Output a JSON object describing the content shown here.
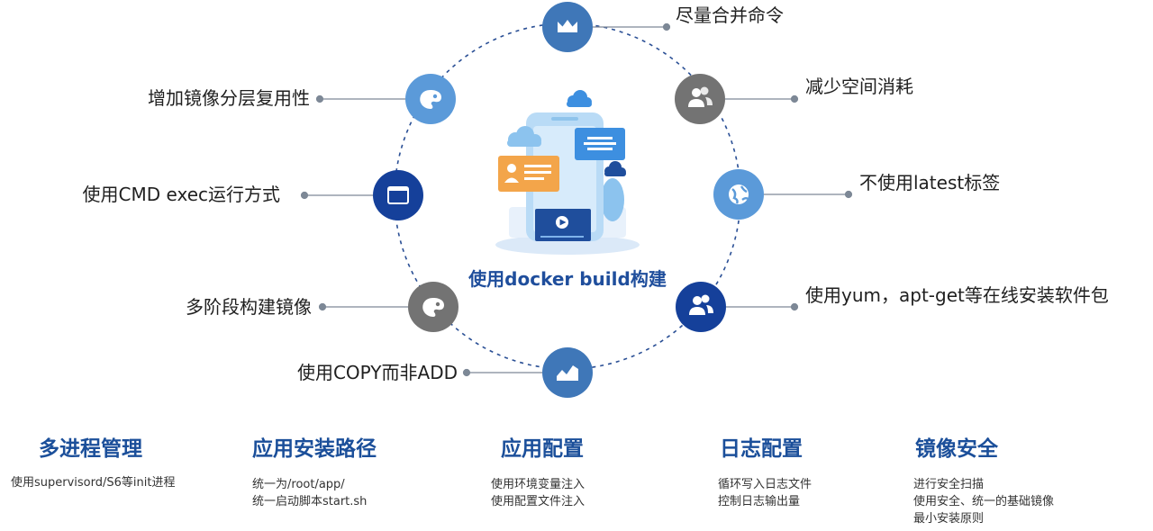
{
  "center_title": "使用docker build构建",
  "nodes": [
    {
      "id": "merge-commands",
      "label": "尽量合并命令",
      "icon": "crown-icon",
      "color": "#3f77b8"
    },
    {
      "id": "reduce-space",
      "label": "减少空间消耗",
      "icon": "users-icon",
      "color": "#737373"
    },
    {
      "id": "no-latest-tag",
      "label": "不使用latest标签",
      "icon": "globe-icon",
      "color": "#5b9ad9"
    },
    {
      "id": "online-install",
      "label": "使用yum，apt-get等在线安装软件包",
      "icon": "users-icon",
      "color": "#15409a"
    },
    {
      "id": "copy-not-add",
      "label": "使用COPY而非ADD",
      "icon": "chart-icon",
      "color": "#3f77b8"
    },
    {
      "id": "multi-stage",
      "label": "多阶段构建镜像",
      "icon": "palette-icon",
      "color": "#737373"
    },
    {
      "id": "cmd-exec",
      "label": "使用CMD exec运行方式",
      "icon": "window-icon",
      "color": "#15409a"
    },
    {
      "id": "layer-reuse",
      "label": "增加镜像分层复用性",
      "icon": "palette-icon",
      "color": "#5b9ad9"
    }
  ],
  "columns": [
    {
      "title": "多进程管理",
      "lines": [
        "使用supervisord/S6等init进程"
      ]
    },
    {
      "title": "应用安装路径",
      "lines": [
        "统一为/root/app/",
        "统一启动脚本start.sh"
      ]
    },
    {
      "title": "应用配置",
      "lines": [
        "使用环境变量注入",
        "使用配置文件注入"
      ]
    },
    {
      "title": "日志配置",
      "lines": [
        "循环写入日志文件",
        "控制日志输出量"
      ]
    },
    {
      "title": "镜像安全",
      "lines": [
        "进行安全扫描",
        "使用安全、统一的基础镜像",
        "最小安装原则"
      ]
    }
  ]
}
